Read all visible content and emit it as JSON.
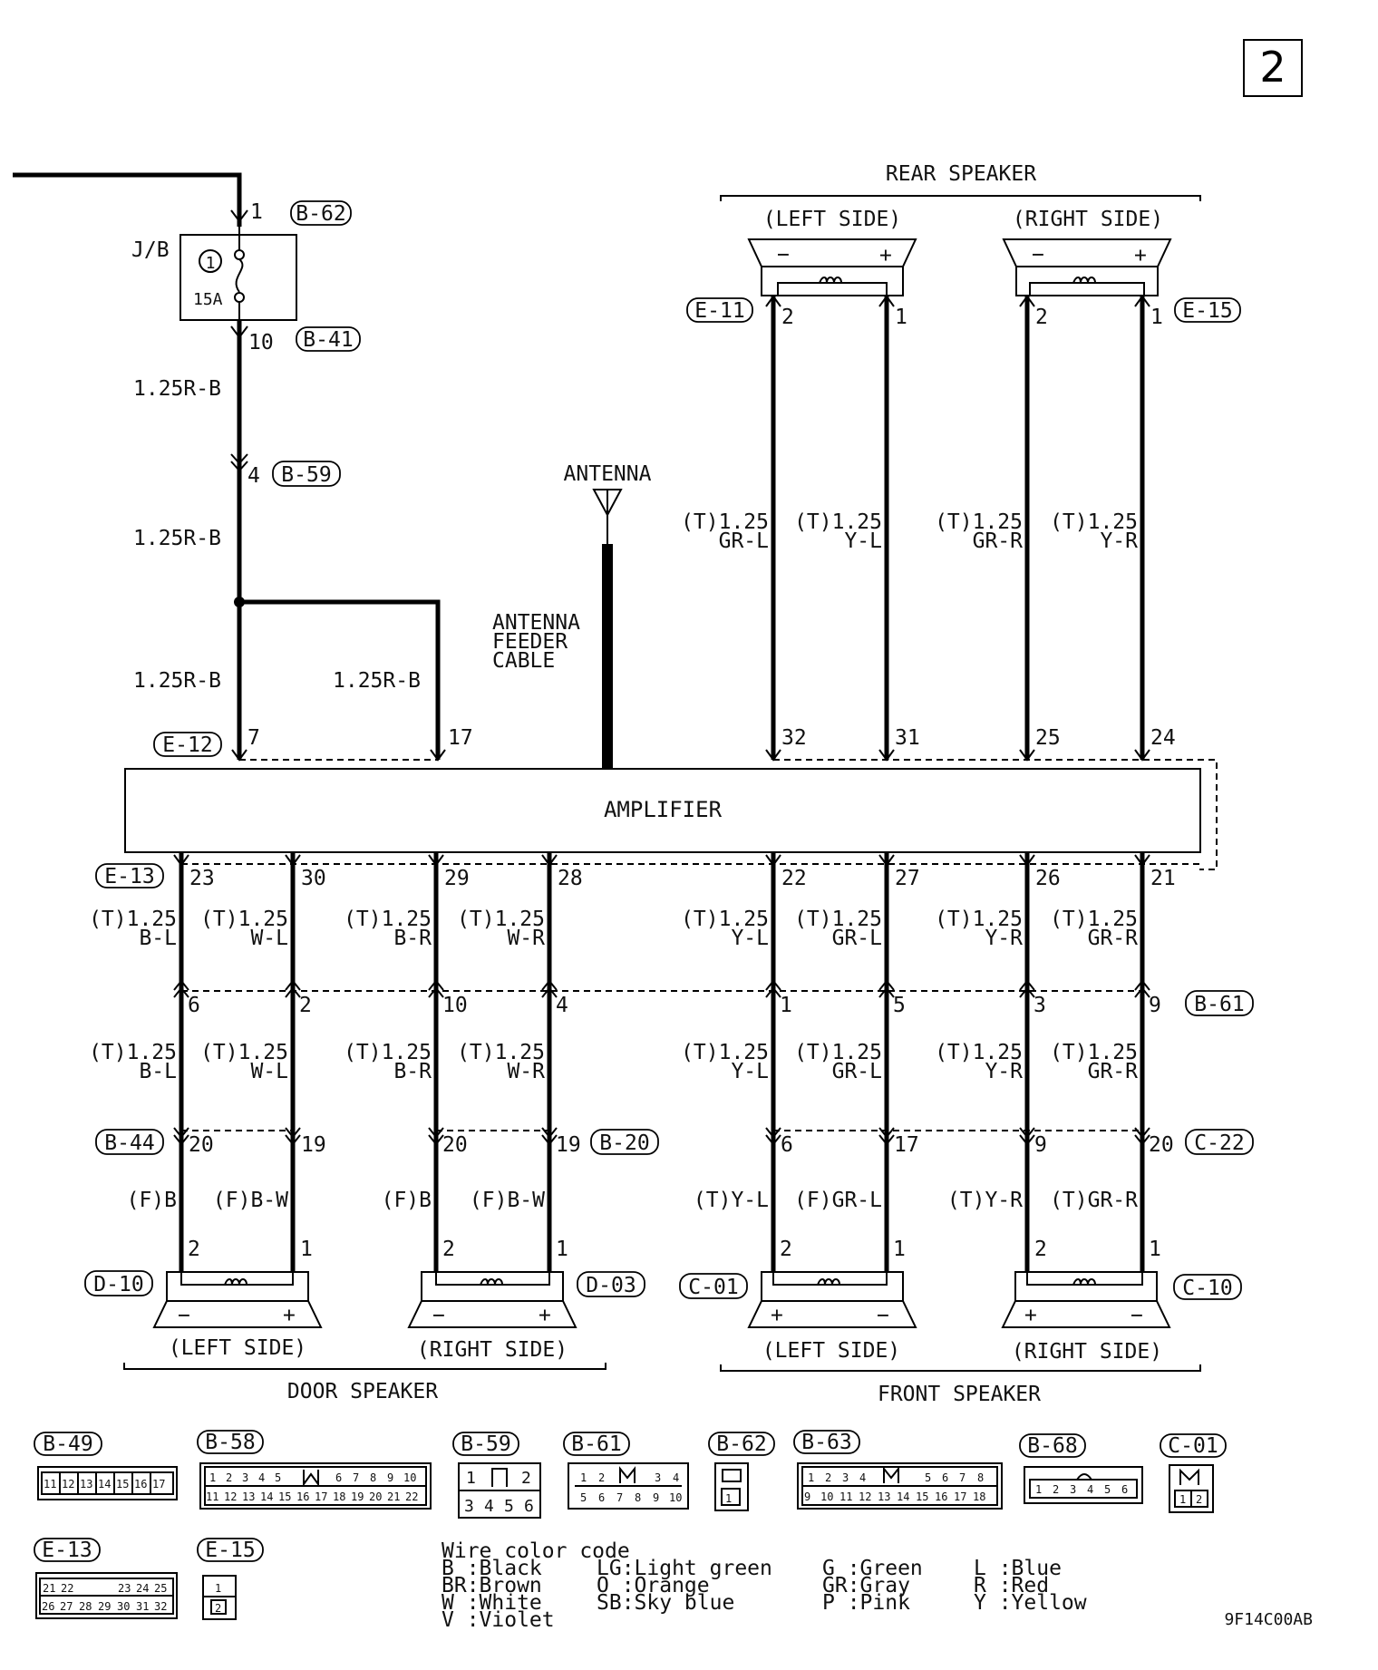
{
  "page_number": "2",
  "diagram_code": "9F14C00AB",
  "jb": {
    "label": "J/B",
    "fuse_number": "1",
    "fuse_rating": "15A",
    "connector_top": "B-62",
    "pin_top": "1",
    "connector_bottom": "B-41",
    "pin_bottom": "10"
  },
  "b59": {
    "connector": "B-59",
    "pin": "4"
  },
  "wire_label_rb": "1.25R-B",
  "antenna": {
    "label": "ANTENNA",
    "cable": [
      "ANTENNA",
      "FEEDER",
      "CABLE"
    ]
  },
  "amplifier": {
    "label": "AMPLIFIER",
    "top_connector": "E-12",
    "bottom_connector": "E-13",
    "top_pins": [
      "7",
      "17",
      "32",
      "31",
      "25",
      "24"
    ],
    "bottom_pins": [
      "23",
      "30",
      "29",
      "28",
      "22",
      "27",
      "26",
      "21"
    ]
  },
  "rear_speaker": {
    "title": "REAR SPEAKER",
    "left": {
      "label": "(LEFT SIDE)",
      "connector": "E-11",
      "pins": [
        "2",
        "1"
      ],
      "wires": [
        [
          "(T)1.25",
          "GR-L"
        ],
        [
          "(T)1.25",
          "Y-L"
        ]
      ]
    },
    "right": {
      "label": "(RIGHT SIDE)",
      "connector": "E-15",
      "pins": [
        "2",
        "1"
      ],
      "wires": [
        [
          "(T)1.25",
          "GR-R"
        ],
        [
          "(T)1.25",
          "Y-R"
        ]
      ]
    }
  },
  "upper_wires": [
    [
      "(T)1.25",
      "B-L"
    ],
    [
      "(T)1.25",
      "W-L"
    ],
    [
      "(T)1.25",
      "B-R"
    ],
    [
      "(T)1.25",
      "W-R"
    ],
    [
      "(T)1.25",
      "Y-L"
    ],
    [
      "(T)1.25",
      "GR-L"
    ],
    [
      "(T)1.25",
      "Y-R"
    ],
    [
      "(T)1.25",
      "GR-R"
    ]
  ],
  "b61": {
    "connector": "B-61",
    "pins": [
      "6",
      "2",
      "10",
      "4",
      "1",
      "5",
      "3",
      "9"
    ]
  },
  "middle_wires": [
    [
      "(T)1.25",
      "B-L"
    ],
    [
      "(T)1.25",
      "W-L"
    ],
    [
      "(T)1.25",
      "B-R"
    ],
    [
      "(T)1.25",
      "W-R"
    ],
    [
      "(T)1.25",
      "Y-L"
    ],
    [
      "(T)1.25",
      "GR-L"
    ],
    [
      "(T)1.25",
      "Y-R"
    ],
    [
      "(T)1.25",
      "GR-R"
    ]
  ],
  "lower_connectors": {
    "b44": {
      "connector": "B-44",
      "pins": [
        "20",
        "19"
      ]
    },
    "b20": {
      "connector": "B-20",
      "pins": [
        "20",
        "19"
      ]
    },
    "c22": {
      "connector": "C-22",
      "pins": [
        "6",
        "17",
        "9",
        "20"
      ]
    }
  },
  "bottom_wires": [
    "(F)B",
    "(F)B-W",
    "(F)B",
    "(F)B-W",
    "(T)Y-L",
    "(F)GR-L",
    "(T)Y-R",
    "(T)GR-R"
  ],
  "door_speaker": {
    "title": "DOOR SPEAKER",
    "left": {
      "label": "(LEFT SIDE)",
      "connector": "D-10",
      "pins": [
        "2",
        "1"
      ]
    },
    "right": {
      "label": "(RIGHT SIDE)",
      "connector": "D-03",
      "pins": [
        "2",
        "1"
      ]
    }
  },
  "front_speaker": {
    "title": "FRONT SPEAKER",
    "left": {
      "label": "(LEFT SIDE)",
      "connector": "C-01",
      "pins": [
        "2",
        "1"
      ]
    },
    "right": {
      "label": "(RIGHT SIDE)",
      "connector": "C-10",
      "pins": [
        "2",
        "1"
      ]
    }
  },
  "connector_legend": {
    "b49": {
      "label": "B-49",
      "cells": [
        "11",
        "12",
        "13",
        "14",
        "15",
        "16",
        "17"
      ]
    },
    "b58": {
      "label": "B-58",
      "row1": [
        "1",
        "2",
        "3",
        "4",
        "5",
        "",
        "6",
        "7",
        "8",
        "9",
        "10"
      ],
      "row2": [
        "11",
        "12",
        "13",
        "14",
        "15",
        "16",
        "17",
        "18",
        "19",
        "20",
        "21",
        "22"
      ]
    },
    "b59": {
      "label": "B-59",
      "row1": [
        "1",
        "",
        "2"
      ],
      "row2": [
        "3",
        "4",
        "5",
        "6"
      ]
    },
    "b61": {
      "label": "B-61",
      "row1": [
        "1",
        "2",
        "",
        "3",
        "4"
      ],
      "row2": [
        "5",
        "6",
        "7",
        "8",
        "9",
        "10"
      ]
    },
    "b62": {
      "label": "B-62",
      "cells": [
        "1"
      ]
    },
    "b63": {
      "label": "B-63",
      "row1": [
        "1",
        "2",
        "3",
        "4",
        "",
        "5",
        "6",
        "7",
        "8"
      ],
      "row2": [
        "9",
        "10",
        "11",
        "12",
        "13",
        "14",
        "15",
        "16",
        "17",
        "18"
      ]
    },
    "b68": {
      "label": "B-68",
      "cells": [
        "1",
        "2",
        "3",
        "4",
        "5",
        "6"
      ]
    },
    "c01": {
      "label": "C-01",
      "cells": [
        "1",
        "2"
      ]
    },
    "e13": {
      "label": "E-13",
      "row1": [
        "21",
        "22",
        "",
        "23",
        "24",
        "25"
      ],
      "row2": [
        "26",
        "27",
        "28",
        "29",
        "30",
        "31",
        "32"
      ]
    },
    "e15": {
      "label": "E-15",
      "cells": [
        "1",
        "2"
      ]
    }
  },
  "wire_color_code": {
    "title": "Wire color code",
    "col1": [
      "B :Black",
      "BR:Brown",
      "W :White",
      "V :Violet"
    ],
    "col2": [
      "LG:Light green",
      "O :Orange",
      "SB:Sky blue"
    ],
    "col3": [
      "G :Green",
      "GR:Gray",
      "P :Pink"
    ],
    "col4": [
      "L :Blue",
      "R :Red",
      "Y :Yellow"
    ]
  }
}
